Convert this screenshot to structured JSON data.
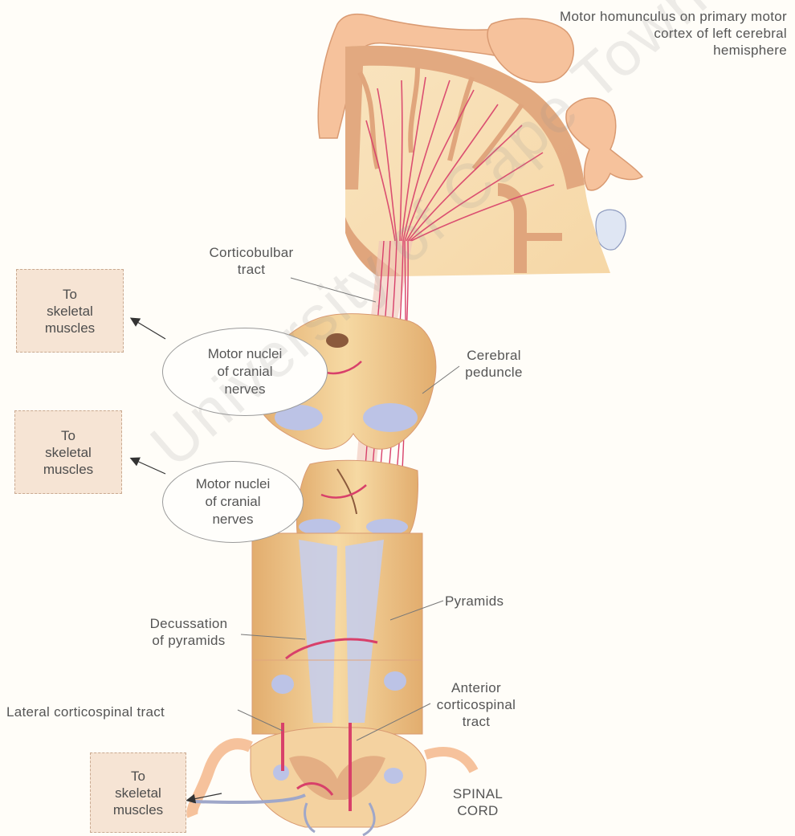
{
  "labels": {
    "homunculus": [
      "Motor homunculus on primary motor",
      "cortex of left cerebral",
      "hemisphere"
    ],
    "corticobulbar": [
      "Corticobulbar",
      "tract"
    ],
    "cerebral_peduncle": [
      "Cerebral",
      "peduncle"
    ],
    "pyramids": "Pyramids",
    "decussation": [
      "Decussation",
      "of pyramids"
    ],
    "lateral_tract": "Lateral corticospinal tract",
    "anterior_tract": [
      "Anterior",
      "corticospinal",
      "tract"
    ],
    "spinal_cord": [
      "SPINAL",
      "CORD"
    ]
  },
  "boxes": [
    [
      "To",
      "skeletal",
      "muscles"
    ],
    [
      "To",
      "skeletal",
      "muscles"
    ],
    [
      "To",
      "skeletal",
      "muscles"
    ]
  ],
  "bubbles": [
    [
      "Motor nuclei",
      "of cranial",
      "nerves"
    ],
    [
      "Motor nuclei",
      "of cranial",
      "nerves"
    ]
  ],
  "watermark": "University of Cape Town",
  "colors": {
    "cortex": "#e0a57c",
    "white_matter": "#f8dfb2",
    "tract": "#d8406a",
    "nucleus": "#bcc3e6",
    "skin": "#f6c29c"
  }
}
